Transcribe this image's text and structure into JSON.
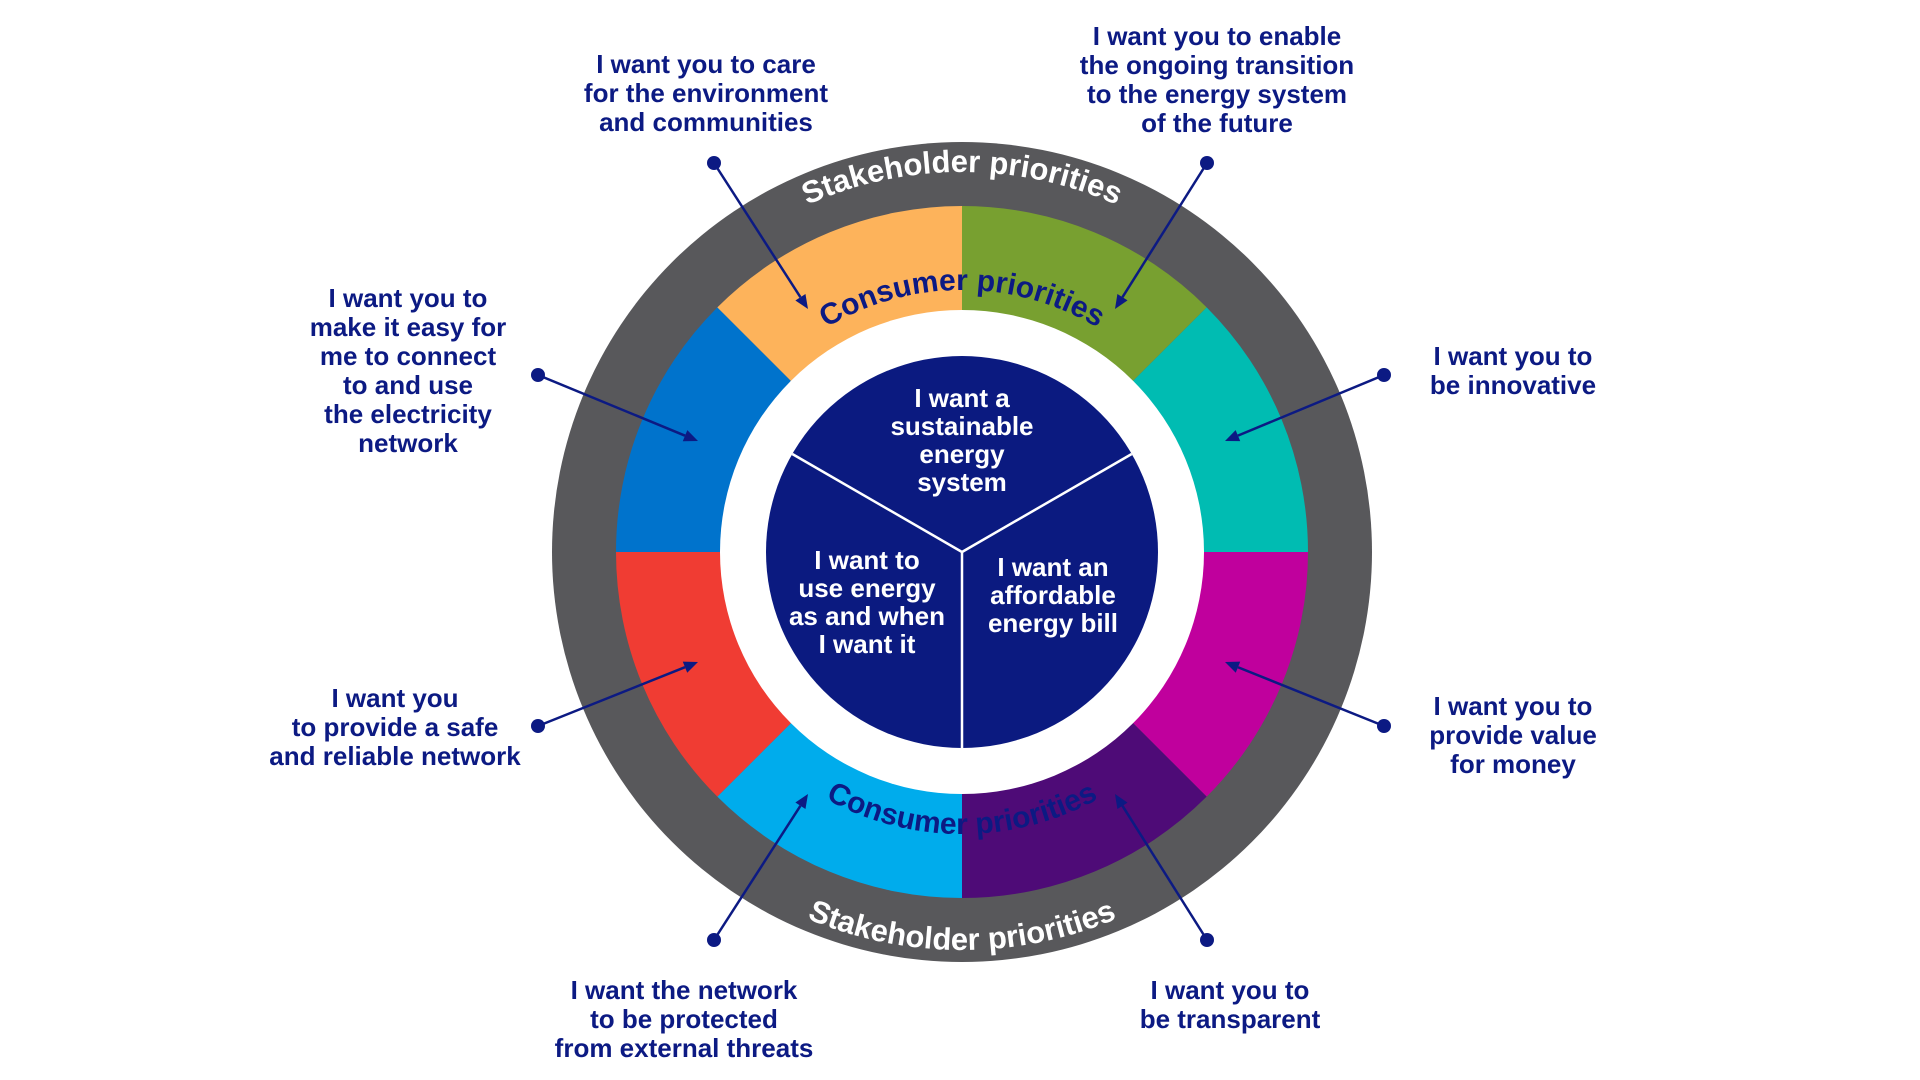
{
  "colors": {
    "outer_ring": "#58585b",
    "inner_circle": "#0b1a80",
    "callout_text": "#0c1a83",
    "arrow": "#0c1a83",
    "ring_text": "#ffffff",
    "consumer_ring_text": "#0c1a83"
  },
  "ring_labels": {
    "stakeholder_top": "Stakeholder priorities",
    "stakeholder_bottom": "Stakeholder priorities",
    "consumer_top": "Consumer priorities",
    "consumer_bottom": "Consumer priorities"
  },
  "consumer_priorities": [
    {
      "lines": [
        "I want a",
        "sustainable",
        "energy",
        "system"
      ]
    },
    {
      "lines": [
        "I want an",
        "affordable",
        "energy bill"
      ]
    },
    {
      "lines": [
        "I want to",
        "use energy",
        "as and when",
        "I want it"
      ]
    }
  ],
  "stakeholder_priorities": [
    {
      "color": "#78a030",
      "lines": [
        "I want you to care",
        "for the environment",
        "and communities"
      ]
    },
    {
      "color": "#00bcb2",
      "lines": [
        "I want you to enable",
        "the ongoing transition",
        "to the energy system",
        "of the future"
      ]
    },
    {
      "color": "#c0009d",
      "lines": [
        "I want you to",
        "be innovative"
      ]
    },
    {
      "color": "#4e0b77",
      "lines": [
        "I want you to",
        "provide value",
        "for money"
      ]
    },
    {
      "color": "#00acec",
      "lines": [
        "I want you to",
        "be transparent"
      ]
    },
    {
      "color": "#f03c33",
      "lines": [
        "I want the network",
        "to be protected",
        "from external threats"
      ]
    },
    {
      "color": "#0073cc",
      "lines": [
        "I want you",
        "to provide a safe",
        "and reliable network"
      ]
    },
    {
      "color": "#fdb35b",
      "lines": [
        "I want you to",
        "make it easy for",
        "me to connect",
        "to and use",
        "the electricity",
        "network"
      ]
    }
  ]
}
